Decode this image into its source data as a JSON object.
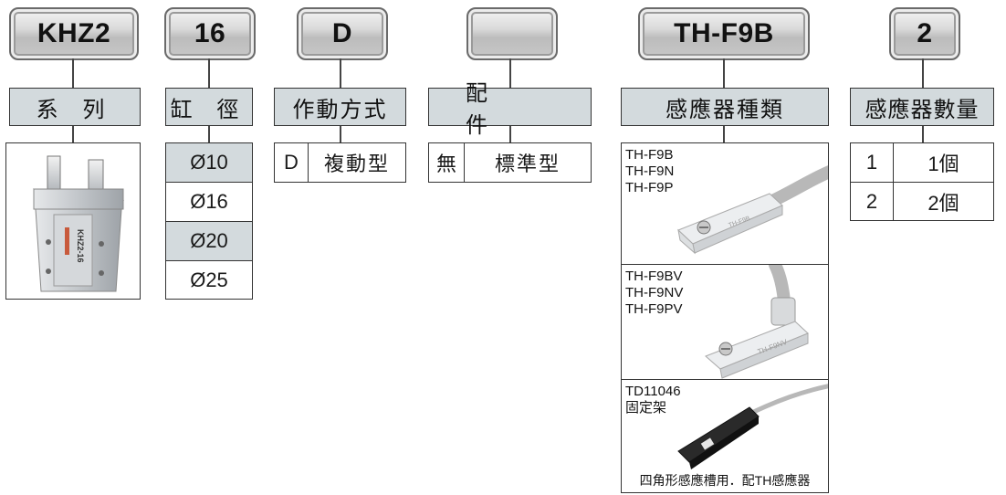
{
  "codes": {
    "series": "KHZ2",
    "bore": "16",
    "action": "D",
    "accessory": "",
    "sensor_type": "TH-F9B",
    "sensor_qty": "2"
  },
  "headers": {
    "series": "系 列",
    "bore": "缸 徑",
    "action": "作動方式",
    "accessory": "配 件",
    "sensor_type": "感應器種類",
    "sensor_qty": "感應器數量"
  },
  "bore_options": [
    "Ø10",
    "Ø16",
    "Ø20",
    "Ø25"
  ],
  "action_options": [
    {
      "code": "D",
      "label": "複動型"
    }
  ],
  "accessory_options": [
    {
      "code": "無",
      "label": "標準型"
    }
  ],
  "sensor_types": [
    {
      "models": [
        "TH-F9B",
        "TH-F9N",
        "TH-F9P"
      ],
      "caption": ""
    },
    {
      "models": [
        "TH-F9BV",
        "TH-F9NV",
        "TH-F9PV"
      ],
      "caption": ""
    },
    {
      "models": [
        "TD11046",
        "固定架"
      ],
      "caption": "四角形感應槽用．配TH感應器"
    }
  ],
  "sensor_qty_options": [
    {
      "code": "1",
      "label": "1個"
    },
    {
      "code": "2",
      "label": "2個"
    }
  ],
  "product_image_text": "KHZ2-16",
  "sensor_printed_text": [
    "TH-F9B",
    "TH-F9NV"
  ],
  "colors": {
    "header_bg": "#d3dadd",
    "border": "#333333",
    "badge_border": "#6a6a6a"
  }
}
